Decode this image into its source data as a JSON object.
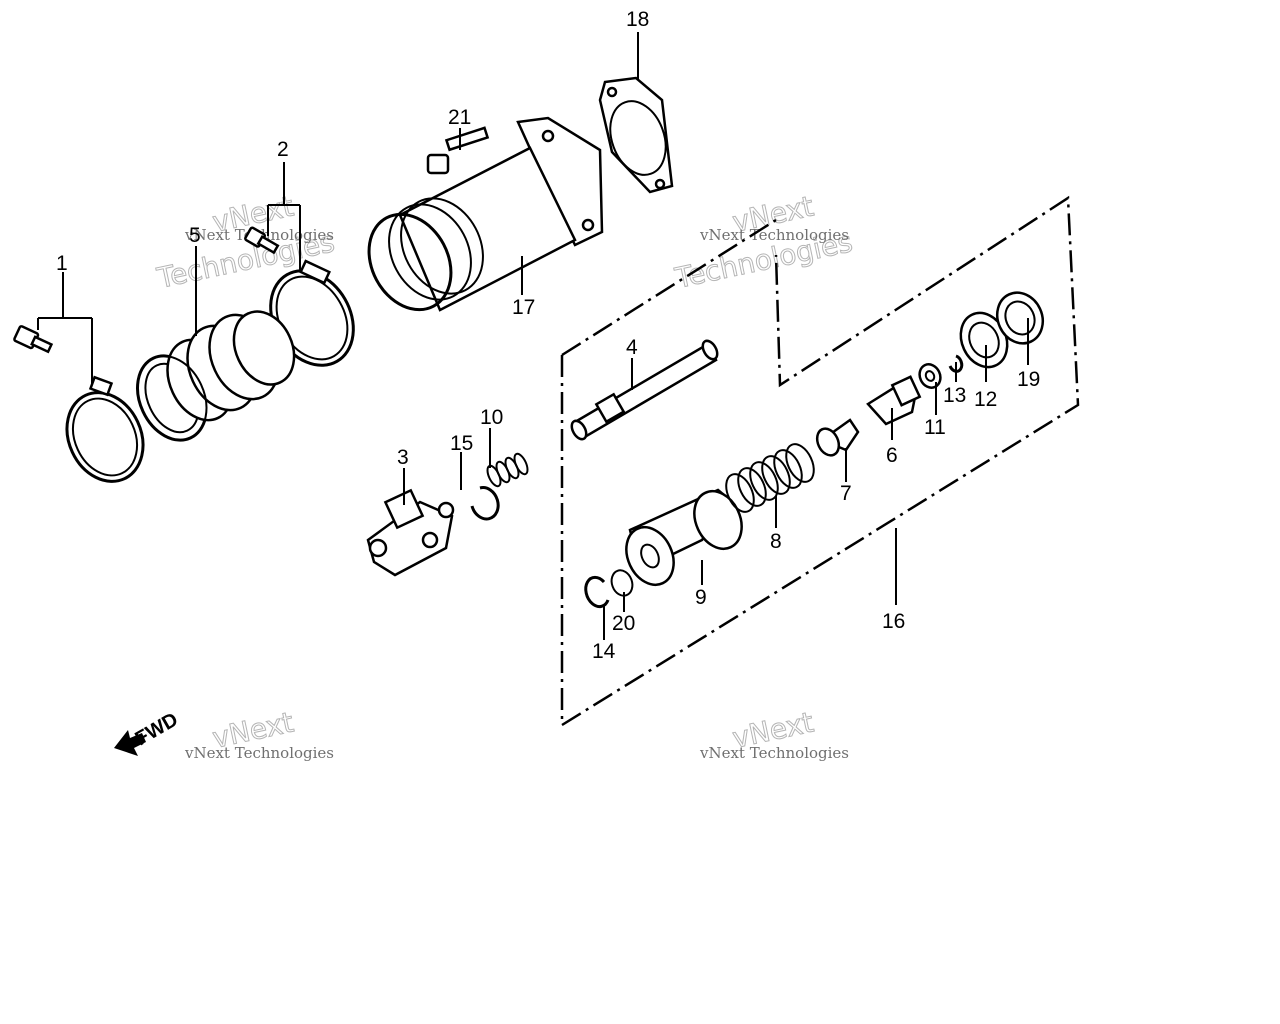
{
  "diagram": {
    "fwd_label": "FWD",
    "watermark": {
      "line1": "vNext Technologies",
      "line2": "Technologies",
      "line3": "vNext"
    },
    "callouts": [
      {
        "id": "c1",
        "text": "1"
      },
      {
        "id": "c2",
        "text": "2"
      },
      {
        "id": "c3",
        "text": "3"
      },
      {
        "id": "c4",
        "text": "4"
      },
      {
        "id": "c5",
        "text": "5"
      },
      {
        "id": "c6",
        "text": "6"
      },
      {
        "id": "c7",
        "text": "7"
      },
      {
        "id": "c8",
        "text": "8"
      },
      {
        "id": "c9",
        "text": "9"
      },
      {
        "id": "c10",
        "text": "10"
      },
      {
        "id": "c11",
        "text": "11"
      },
      {
        "id": "c12",
        "text": "12"
      },
      {
        "id": "c13",
        "text": "13"
      },
      {
        "id": "c14",
        "text": "14"
      },
      {
        "id": "c15",
        "text": "15"
      },
      {
        "id": "c16",
        "text": "16"
      },
      {
        "id": "c17",
        "text": "17"
      },
      {
        "id": "c18",
        "text": "18"
      },
      {
        "id": "c19",
        "text": "19"
      },
      {
        "id": "c20",
        "text": "20"
      },
      {
        "id": "c21",
        "text": "21"
      }
    ]
  }
}
